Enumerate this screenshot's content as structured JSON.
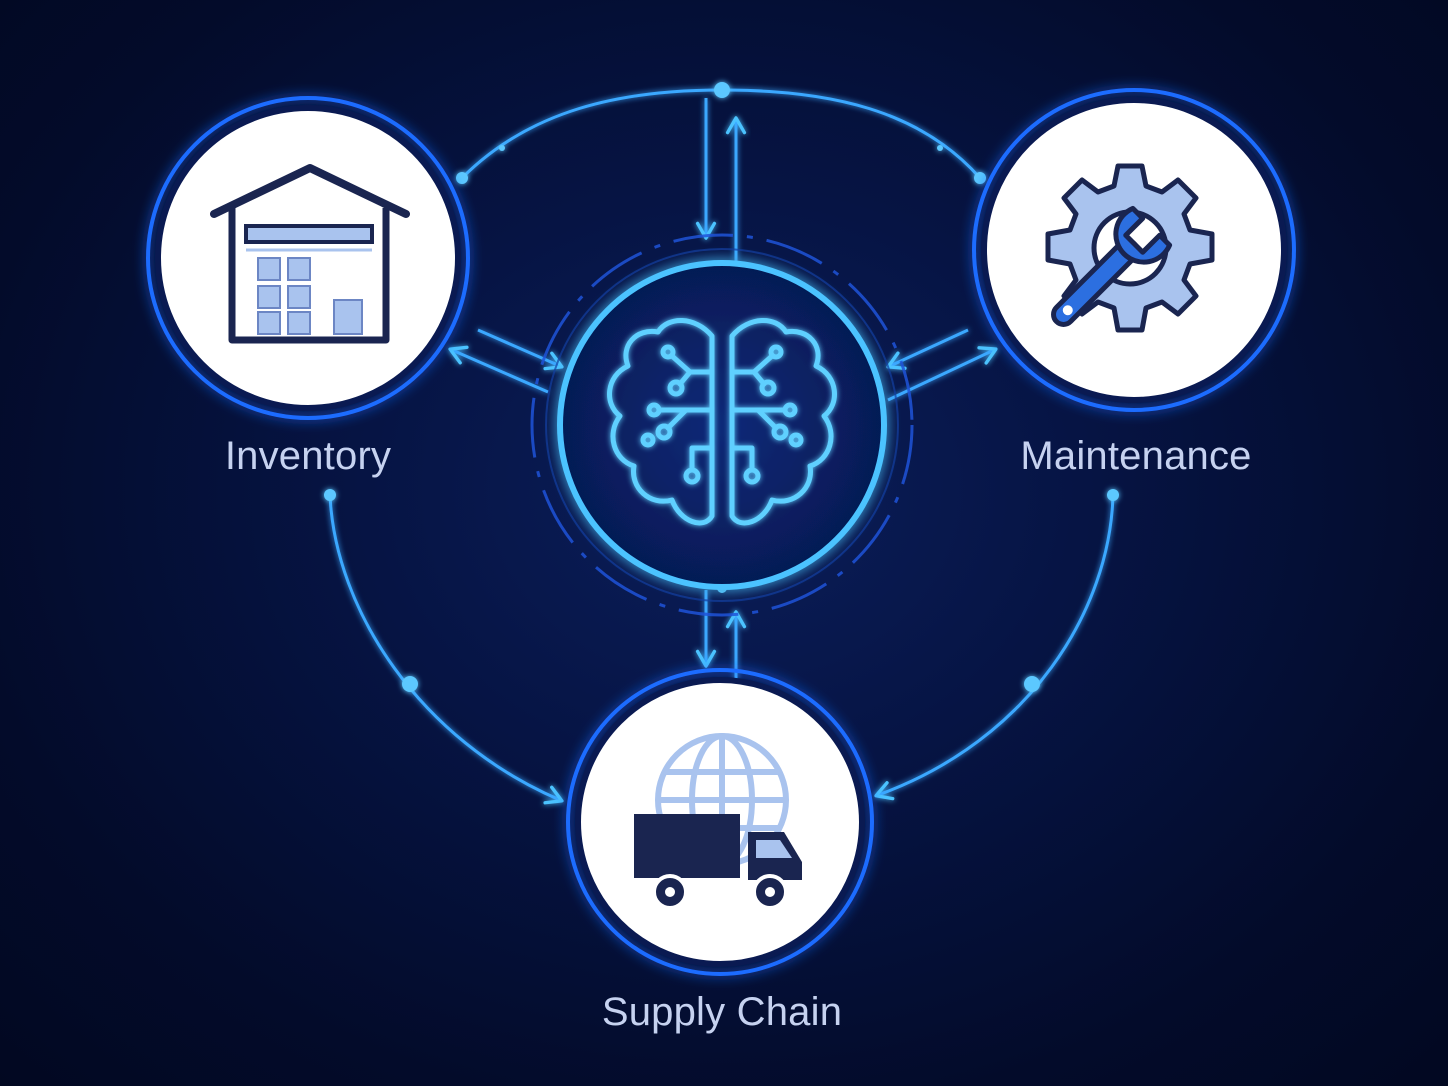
{
  "diagram": {
    "nodes": {
      "inventory": {
        "label": "Inventory",
        "icon": "warehouse-icon"
      },
      "maintenance": {
        "label": "Maintenance",
        "icon": "gear-wrench-icon"
      },
      "supply_chain": {
        "label": "Supply Chain",
        "icon": "globe-truck-icon"
      },
      "core": {
        "icon": "brain-circuit-icon"
      }
    },
    "colors": {
      "background": "#030b2a",
      "glow": "#2f8cff",
      "connector": "#3aa8ff",
      "node_fill": "#ffffff",
      "icon_dark": "#1a2550",
      "icon_light": "#a9c3ee",
      "icon_accent": "#2c6fe0",
      "label": "#c6d2f0"
    }
  }
}
